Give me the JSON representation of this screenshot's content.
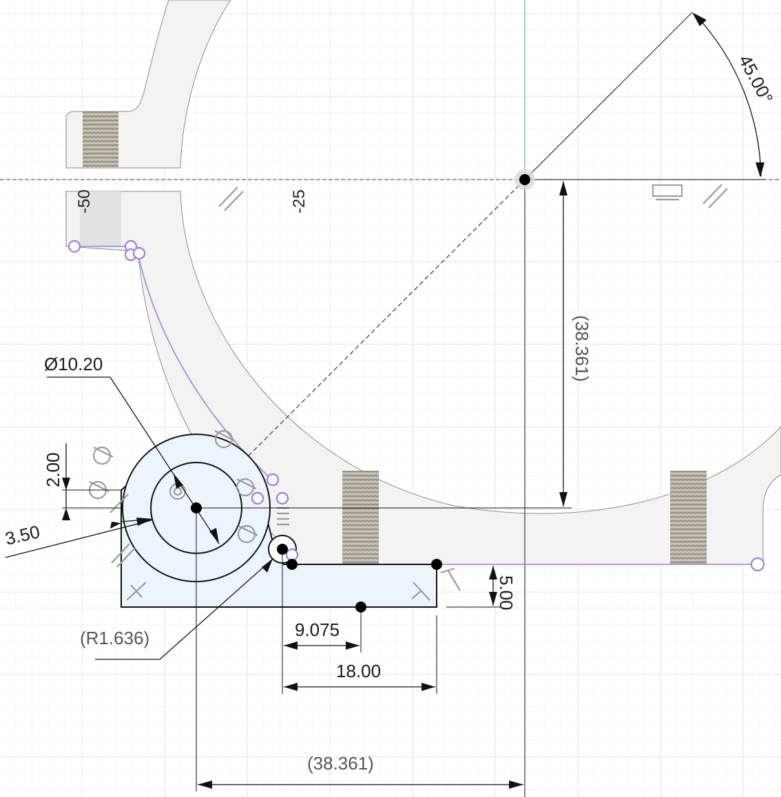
{
  "sketch": {
    "axis_labels": [
      "-50",
      "-25"
    ],
    "dimensions": {
      "angle": "45.00°",
      "vertical_ref": "(38.361)",
      "horizontal_ref": "(38.361)",
      "diameter": "Ø10.20",
      "height_small": "2.00",
      "offset": "3.50",
      "radius_ref": "(R1.636)",
      "width_half": "9.075",
      "width_full": "18.00",
      "height_base": "5.00"
    }
  },
  "colors": {
    "background": "#ffffff",
    "grid": "#e6e6e6",
    "sketch_fill": "#edf5fc",
    "body_fill": "#f4f3f1",
    "horizontal_axis": "#8b3a3a",
    "vertical_axis": "#2fb85a",
    "projected_geometry": "#a98be6"
  },
  "icons": [
    "origin-point-icon",
    "parallel-constraint-icon",
    "perpendicular-constraint-icon",
    "tangent-constraint-icon",
    "concentric-constraint-icon",
    "horizontal-constraint-icon",
    "thread-hatch-icon"
  ]
}
